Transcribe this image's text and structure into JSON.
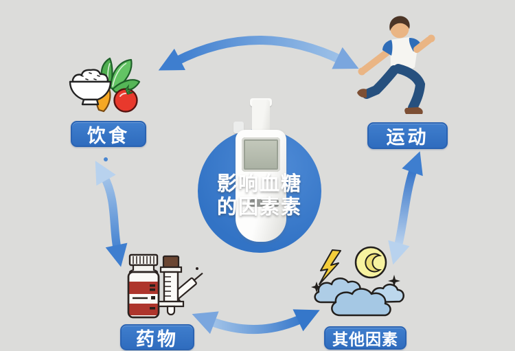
{
  "title": {
    "line1": "影响血糖",
    "line2": "的因素素"
  },
  "nodes": {
    "diet": {
      "label": "饮食",
      "icon": "food-icon"
    },
    "exercise": {
      "label": "运动",
      "icon": "runner-icon"
    },
    "medication": {
      "label": "药物",
      "icon": "medicine-icon"
    },
    "other": {
      "label": "其他因素",
      "icon": "weather-icon"
    }
  },
  "center": {
    "icon": "glucose-meter"
  },
  "colors": {
    "background": "#dcdcda",
    "circle_blue": "#3778ca",
    "label_blue": "#3474c8",
    "arrow_blue_dark": "#3e7ecf",
    "arrow_blue_light": "#b8d2ee",
    "tomato_red": "#e8392c",
    "lettuce_green": "#5cb85c",
    "moon_yellow": "#f7f2a0",
    "cloud_blue": "#aecde6",
    "bottle_red": "#ae352c"
  }
}
